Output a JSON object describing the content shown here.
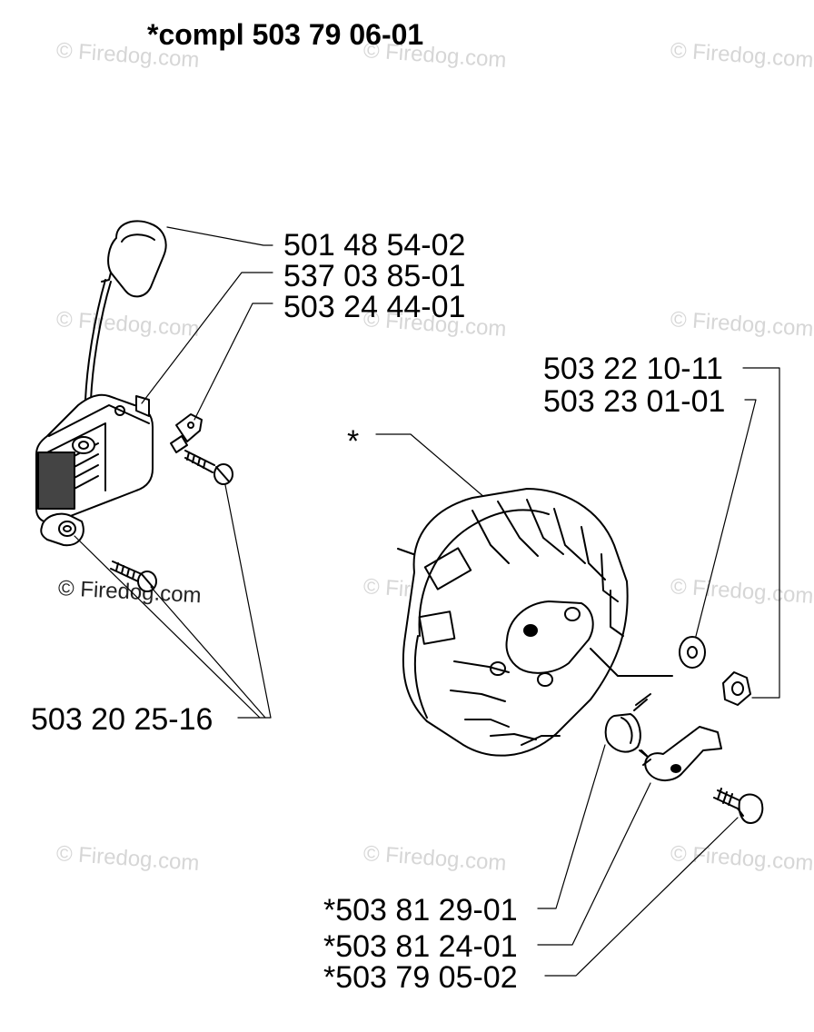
{
  "title": "*compl 503 79 06-01",
  "watermark": "© Firedog.com",
  "labels": {
    "spark_cap": "501 48 54-02",
    "ignition_module": "537 03 85-01",
    "short_circuit_clip": "503 24 44-01",
    "module_screws": "503 20 25-16",
    "washer": "503 22 10-11",
    "nut": "503 23 01-01",
    "flywheel": "*",
    "spring": "*503 81 29-01",
    "pawl": "*503 81 24-01",
    "pawl_pin": "*503 79 05-02"
  }
}
